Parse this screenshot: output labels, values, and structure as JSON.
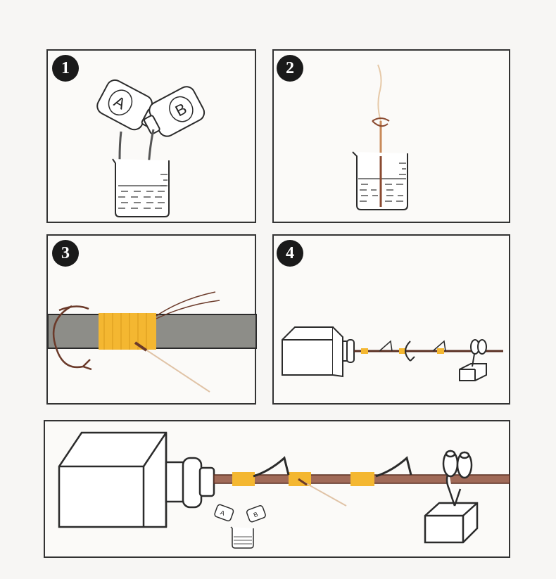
{
  "steps": [
    {
      "number": "1",
      "bottle_a": "A",
      "bottle_b": "B"
    },
    {
      "number": "2"
    },
    {
      "number": "3"
    },
    {
      "number": "4"
    }
  ],
  "final": {
    "bottle_a": "A",
    "bottle_b": "B"
  },
  "colors": {
    "thread_yellow": "#f4b731",
    "rod_grey": "#8d8d88",
    "rod_brown": "#5a2f22",
    "line": "#2b2b2b",
    "liquid": "#555555"
  }
}
